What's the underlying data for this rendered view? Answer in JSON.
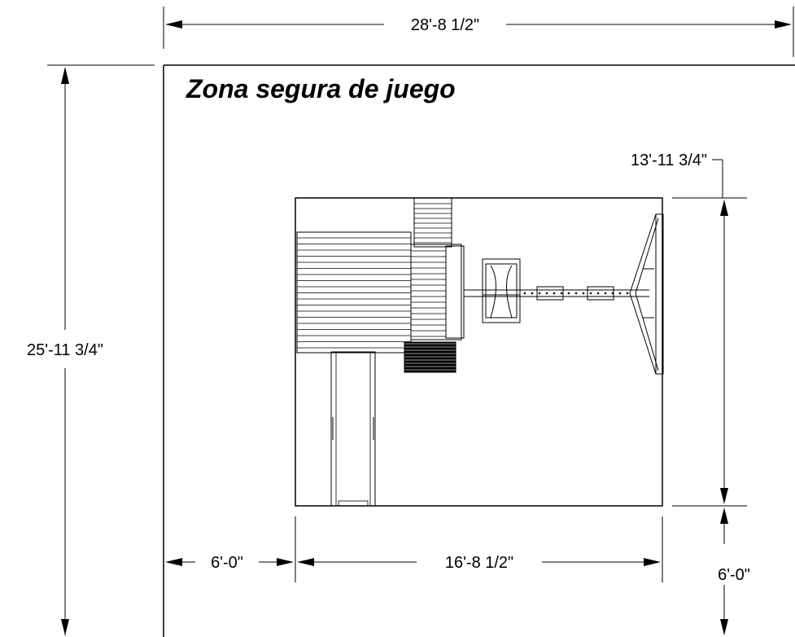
{
  "title": "Zona segura de juego",
  "dimensions": {
    "overall_width": "28'-8 1/2\"",
    "overall_depth": "25'-11 3/4\"",
    "equipment_depth": "13'-11 3/4\"",
    "equipment_width": "16'-8 1/2\"",
    "left_clearance": "6'-0\"",
    "bottom_clearance": "6'-0\""
  },
  "colors": {
    "line": "#000000",
    "background": "#ffffff"
  }
}
